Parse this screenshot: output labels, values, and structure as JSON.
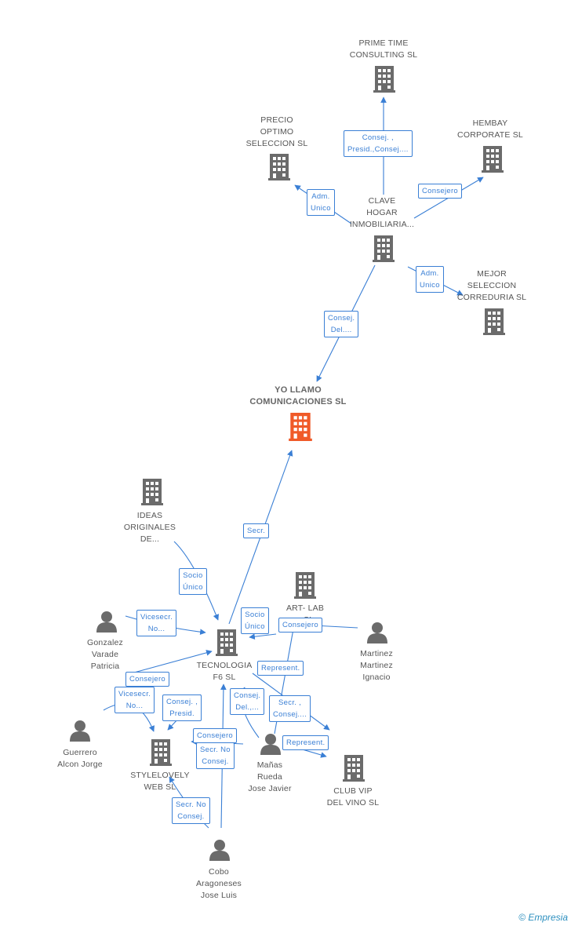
{
  "colors": {
    "edge": "#3a7fd5",
    "company": "#6b6b6b",
    "main_company": "#f05a28",
    "person": "#6b6b6b"
  },
  "nodes": {
    "prime_time": {
      "label": "PRIME TIME\nCONSULTING SL",
      "icon": "building-icon"
    },
    "precio_optimo": {
      "label": "PRECIO\nOPTIMO\nSELECCION SL",
      "icon": "building-icon"
    },
    "hembay": {
      "label": "HEMBAY\nCORPORATE SL",
      "icon": "building-icon"
    },
    "clave_hogar": {
      "label": "CLAVE\nHOGAR\nINMOBILIARIA...",
      "icon": "building-icon"
    },
    "mejor_seleccion": {
      "label": "MEJOR\nSELECCION\nCORREDURIA SL",
      "icon": "building-icon"
    },
    "yo_llamo": {
      "label": "YO LLAMO\nCOMUNICACIONES SL",
      "icon": "building-icon"
    },
    "ideas_originales": {
      "label": "IDEAS\nORIGINALES\nDE...",
      "icon": "building-icon"
    },
    "art_lab": {
      "label": "ART- LAB\n...SL",
      "icon": "building-icon"
    },
    "tecnologia_f6": {
      "label": "TECNOLOGIA\nF6 SL",
      "icon": "building-icon"
    },
    "gonzalez": {
      "label": "Gonzalez\nVarade\nPatricia",
      "icon": "person-icon"
    },
    "martinez": {
      "label": "Martinez\nMartinez\nIgnacio",
      "icon": "person-icon"
    },
    "guerrero": {
      "label": "Guerrero\nAlcon Jorge",
      "icon": "person-icon"
    },
    "stylelovely": {
      "label": "STYLELOVELY\nWEB SL",
      "icon": "building-icon"
    },
    "manas": {
      "label": "Mañas\nRueda\nJose Javier",
      "icon": "person-icon"
    },
    "club_vip": {
      "label": "CLUB VIP\nDEL VINO SL",
      "icon": "building-icon"
    },
    "cobo": {
      "label": "Cobo\nAragoneses\nJose Luis",
      "icon": "person-icon"
    }
  },
  "edges": {
    "e1": "Consej. ,\nPresid.,Consej....",
    "e2": "Adm.\nUnico",
    "e3": "Consejero",
    "e4": "Adm.\nUnico",
    "e5": "Consej.\nDel....",
    "e6": "Secr.",
    "e7": "Socio\nÚnico",
    "e8": "Vicesecr.\nNo...",
    "e9": "Socio\nÚnico",
    "e10": "Consejero",
    "e11": "Represent.",
    "e12": "Consejero",
    "e13": "Vicesecr.\nNo...",
    "e14": "Consej. ,\nPresid.",
    "e15": "Consej.\nDel.,...",
    "e16": "Secr. ,\nConsej....",
    "e17": "Consejero",
    "e18": "Secr. No\nConsej.",
    "e19": "Represent.",
    "e20": "Secr. No\nConsej."
  },
  "footer": {
    "copyright": "©",
    "brand": "Empresia"
  }
}
